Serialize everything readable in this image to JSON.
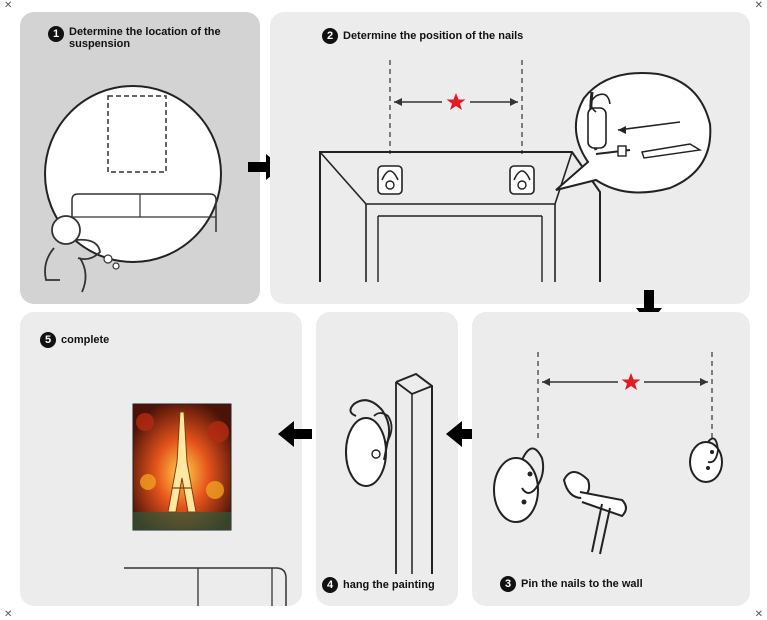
{
  "steps": [
    {
      "number": "1",
      "label": "Determine the location of the suspension"
    },
    {
      "number": "2",
      "label": "Determine the position of the nails"
    },
    {
      "number": "3",
      "label": "Pin the nails to the wall"
    },
    {
      "number": "4",
      "label": "hang the painting"
    },
    {
      "number": "5",
      "label": "complete"
    }
  ],
  "marker_color": "#e31b23",
  "panel_color": "#ececec",
  "panel1_color": "#d3d3d3",
  "arrow_color": "#000000"
}
